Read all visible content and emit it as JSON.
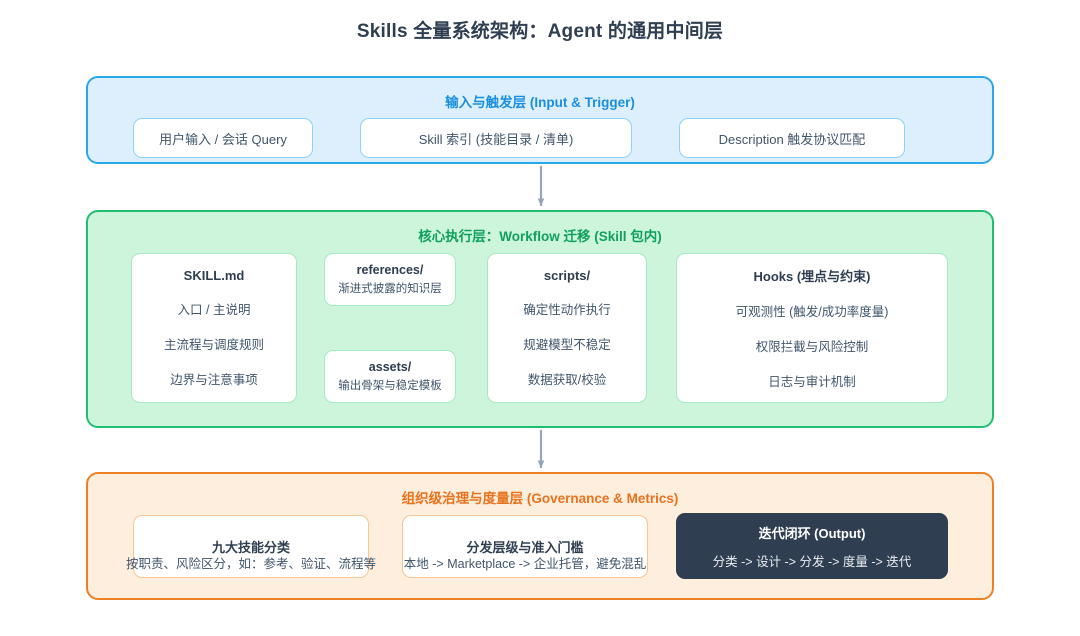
{
  "page": {
    "title": "Skills 全量系统架构：Agent 的通用中间层",
    "background": "#ffffff"
  },
  "colors": {
    "input_accent": "#1a8fe0",
    "input_fill": "#ddeffc",
    "input_border": "#2aa7ea",
    "core_accent": "#10a05e",
    "core_fill": "#ccf5dc",
    "core_border": "#1fbf71",
    "gov_accent": "#e8731e",
    "gov_fill": "#fdeedd",
    "gov_border": "#ef7f25",
    "output_fill": "#2f3e50",
    "node_fill": "#ffffff",
    "text": "#2f3e50",
    "arrow": "#97a5b8"
  },
  "layers": {
    "input": {
      "title": "输入与触发层 (Input & Trigger)",
      "nodes": [
        {
          "id": "query",
          "title": "用户输入 / 会话 Query"
        },
        {
          "id": "index",
          "title": "Skill 索引 (技能目录 / 清单)"
        },
        {
          "id": "description",
          "title": "Description 触发协议匹配"
        }
      ]
    },
    "core": {
      "title": "核心执行层：Workflow 迁移 (Skill 包内)",
      "nodes": [
        {
          "id": "skill-md",
          "title": "SKILL.md",
          "lines": [
            "入口 / 主说明",
            "主流程与调度规则",
            "边界与注意事项"
          ]
        },
        {
          "id": "references",
          "title": "references/",
          "lines": [
            "渐进式披露的知识层"
          ]
        },
        {
          "id": "assets",
          "title": "assets/",
          "lines": [
            "输出骨架与稳定模板"
          ]
        },
        {
          "id": "scripts",
          "title": "scripts/",
          "lines": [
            "确定性动作执行",
            "规避模型不稳定",
            "数据获取/校验"
          ]
        },
        {
          "id": "hooks",
          "title": "Hooks (埋点与约束)",
          "lines": [
            "可观测性 (触发/成功率度量)",
            "权限拦截与风险控制",
            "日志与审计机制"
          ]
        }
      ]
    },
    "governance": {
      "title": "组织级治理与度量层 (Governance & Metrics)",
      "nodes": [
        {
          "id": "categories",
          "title": "九大技能分类",
          "lines": [
            "按职责、风险区分，如：参考、验证、流程等"
          ]
        },
        {
          "id": "distribution",
          "title": "分发层级与准入门槛",
          "lines": [
            "本地 -> Marketplace -> 企业托管，避免混乱"
          ]
        },
        {
          "id": "output",
          "title": "迭代闭环 (Output)",
          "lines": [
            "分类 -> 设计 -> 分发 -> 度量 -> 迭代"
          ]
        }
      ]
    }
  },
  "connectors": [
    {
      "id": "query-to-index",
      "style": "solid",
      "direction": "right"
    },
    {
      "id": "index-to-description",
      "style": "solid",
      "direction": "right"
    },
    {
      "id": "input-to-core",
      "style": "solid",
      "direction": "down"
    },
    {
      "id": "skill-to-references",
      "style": "dashed",
      "direction": "right"
    },
    {
      "id": "skill-to-assets",
      "style": "dashed",
      "direction": "right"
    },
    {
      "id": "skill-to-scripts",
      "style": "dashed",
      "direction": "up"
    },
    {
      "id": "core-to-governance",
      "style": "solid",
      "direction": "down"
    },
    {
      "id": "categories-to-distribution",
      "style": "solid",
      "direction": "right"
    },
    {
      "id": "distribution-to-output",
      "style": "solid",
      "direction": "right"
    }
  ]
}
